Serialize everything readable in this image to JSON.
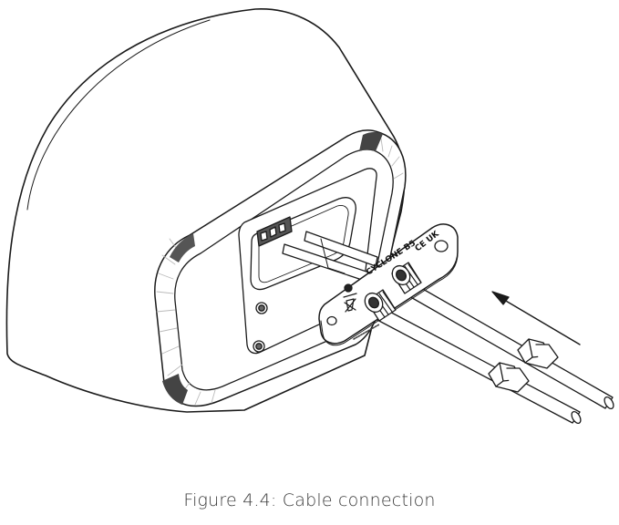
{
  "figure": {
    "caption": "Figure 4.4: Cable connection",
    "plate_label": "CYCLONE B5",
    "cert_marks": "CE UK",
    "colors": {
      "line": "#1a1a1a",
      "fill": "#ffffff",
      "shade": "#d9d9d9",
      "dark": "#333333"
    }
  }
}
